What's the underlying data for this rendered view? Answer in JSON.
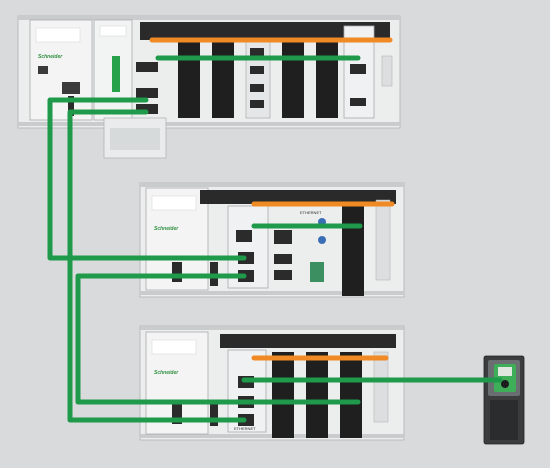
{
  "colors": {
    "background": "#d9dadc",
    "ethernet_cable": "#1e9a4a",
    "backplane_bus": "#f08a24",
    "rack": "#eceded",
    "module_black": "#1f1f1f",
    "brand_green": "#2f8f3f"
  },
  "racks": [
    {
      "id": "main-rack",
      "brand": "Schneider",
      "components": [
        "power-supply",
        "cpu",
        "comm-module",
        "io-modules",
        "ethernet-module"
      ]
    },
    {
      "id": "remote-drop-1",
      "brand": "Schneider",
      "adapter_label": "ETHERNET",
      "components": [
        "power-supply",
        "ethernet-adapter",
        "io-modules"
      ]
    },
    {
      "id": "remote-drop-2",
      "brand": "Schneider",
      "adapter_label": "ETHERNET",
      "components": [
        "power-supply",
        "ethernet-adapter",
        "io-modules"
      ]
    }
  ],
  "devices": [
    {
      "id": "variable-speed-drive",
      "icon": "drive-icon"
    }
  ],
  "links": {
    "ethernet_daisy_chain": [
      "main-rack",
      "remote-drop-1",
      "remote-drop-2",
      "variable-speed-drive"
    ],
    "backplane_buses": 3
  }
}
